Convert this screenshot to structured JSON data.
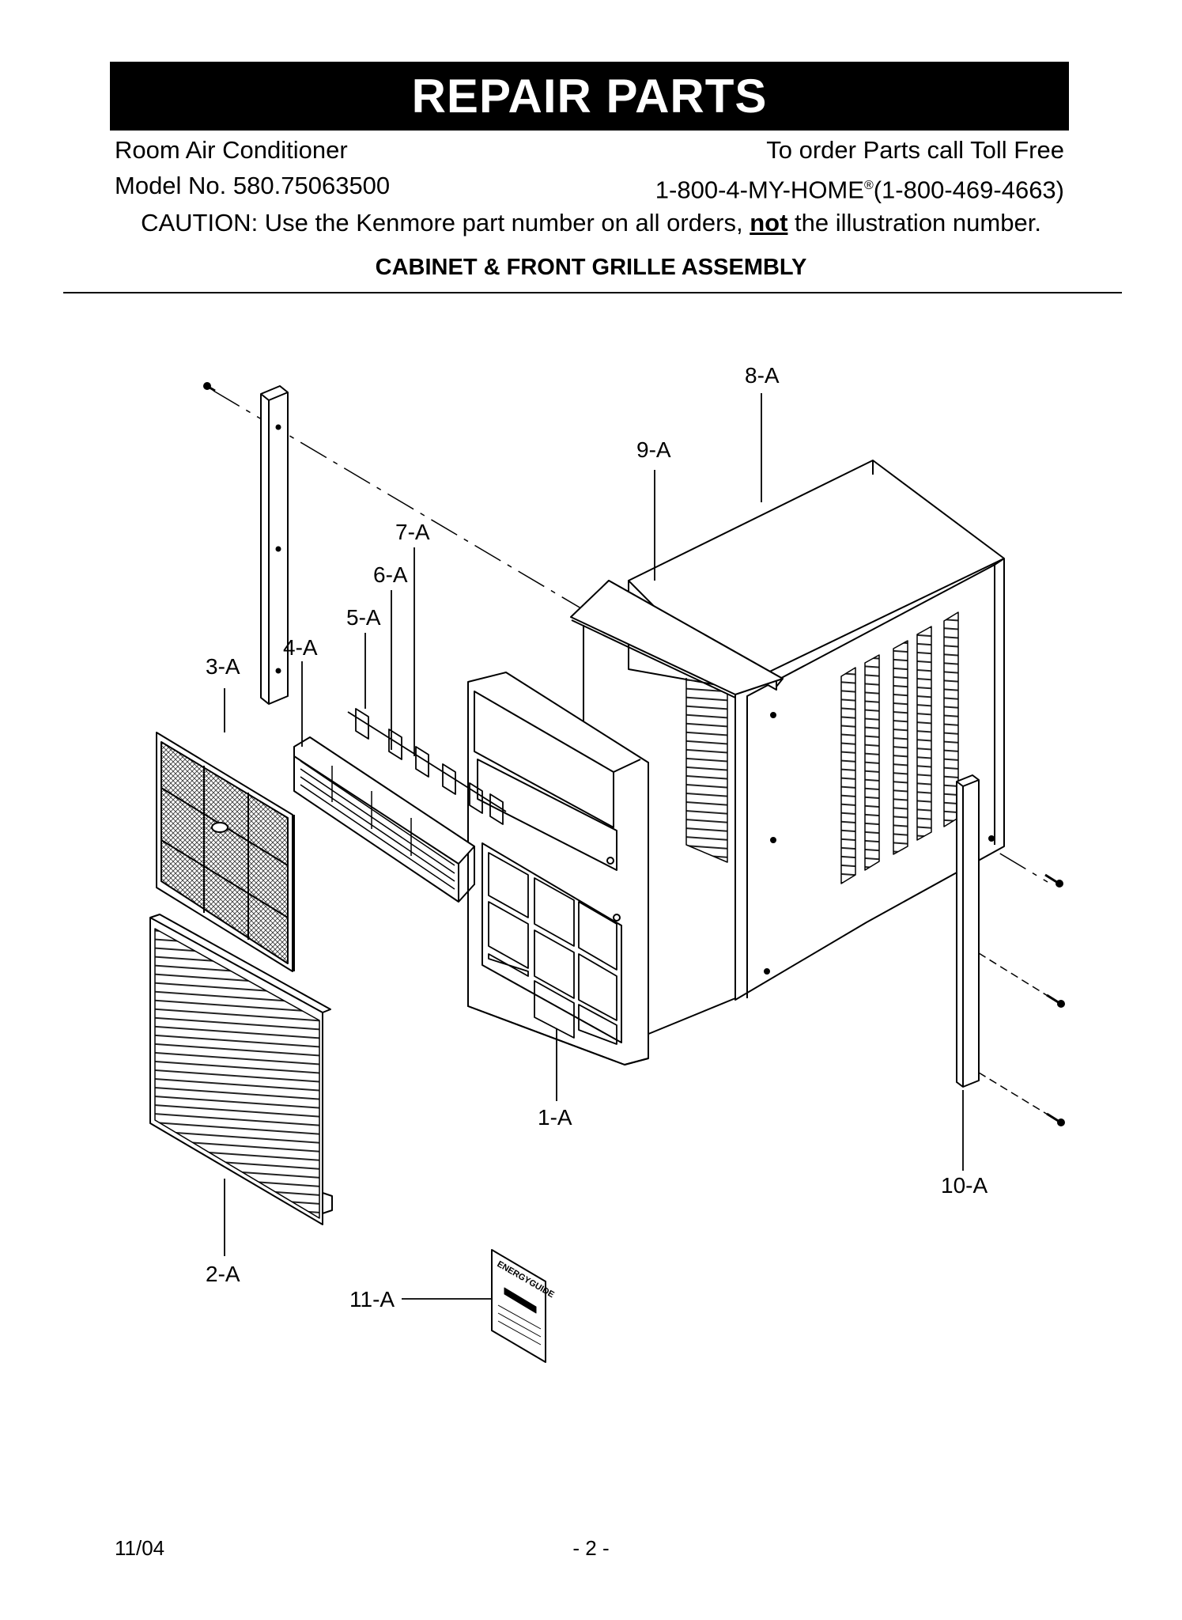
{
  "header": {
    "title": "REPAIR PARTS",
    "product": "Room Air Conditioner",
    "model": "Model No. 580.75063500",
    "order_line": "To order Parts call Toll Free",
    "phone_a": "1-800-4-MY-HOME",
    "phone_reg": "®",
    "phone_b": "(1-800-469-4663)",
    "caution_a": "CAUTION: Use the Kenmore part number on all orders, ",
    "caution_not": "not",
    "caution_b": " the illustration number.",
    "section": "CABINET & FRONT GRILLE ASSEMBLY"
  },
  "labels": {
    "l1": "1-A",
    "l2": "2-A",
    "l3": "3-A",
    "l4": "4-A",
    "l5": "5-A",
    "l6": "6-A",
    "l7": "7-A",
    "l8": "8-A",
    "l9": "9-A",
    "l10": "10-A",
    "l11": "11-A"
  },
  "energy_guide_logo": "ENERGYGUIDE",
  "footer": {
    "date": "11/04",
    "page": "- 2 -"
  }
}
